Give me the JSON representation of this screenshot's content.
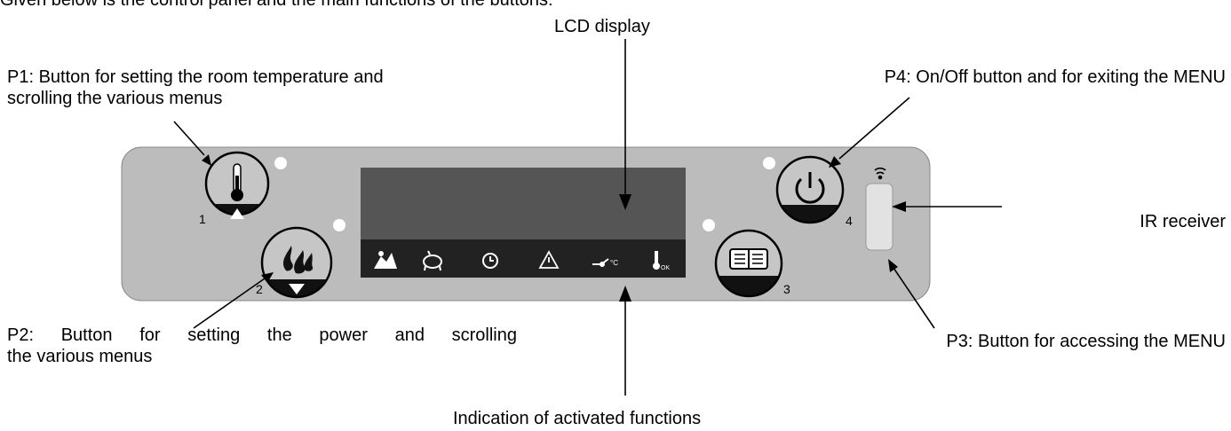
{
  "intro_text": "Given below is the control panel and the main functions of the buttons:",
  "labels": {
    "lcd_display": "LCD display",
    "p1": [
      "P1: Button for setting the room temperature and",
      "scrolling the various menus"
    ],
    "p2": [
      "P2: Button for setting the power and scrolling",
      "the various menus"
    ],
    "p3": "P3: Button for accessing the MENU",
    "p4": "P4: On/Off button and for exiting the MENU",
    "ir_receiver": "IR receiver",
    "activated_functions": "Indication of activated functions"
  },
  "button_numbers": {
    "b1": "1",
    "b2": "2",
    "b3": "3",
    "b4": "4"
  },
  "status_icons": [
    "comfort-icon",
    "eco-pig-icon",
    "clock-icon",
    "warning-icon",
    "thermostat-switch-icon",
    "thermometer-ok-icon"
  ],
  "icon_texts": {
    "degree_c": "°C",
    "ok": "OK"
  },
  "colors": {
    "panel": "#bcbcbc",
    "lcd": "#555555",
    "icon_strip": "#222222",
    "led": "#ffffff",
    "button_fill": "#c6c6c6",
    "button_band": "#111111"
  }
}
